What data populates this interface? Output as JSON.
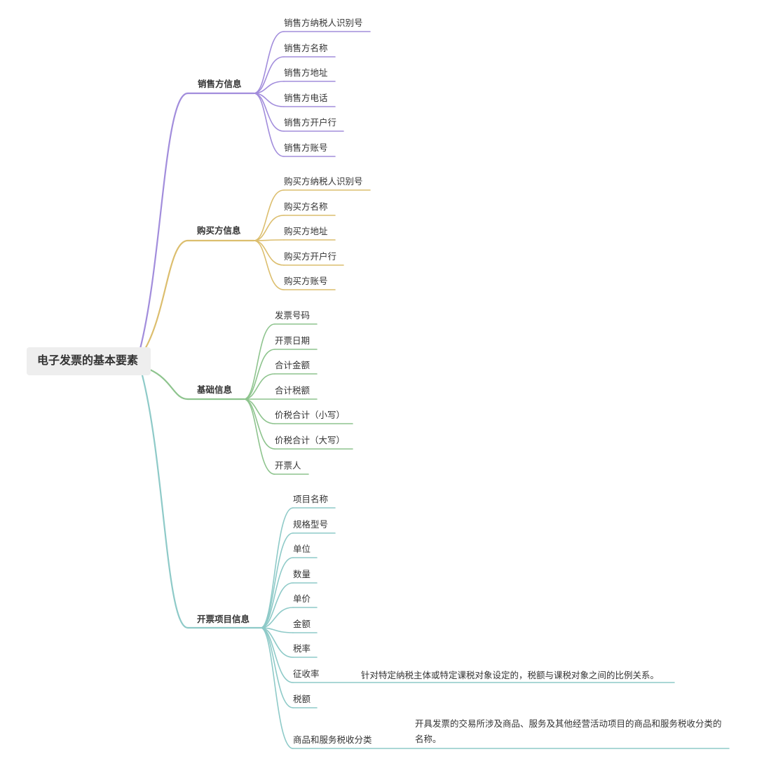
{
  "root": {
    "label": "电子发票的基本要素"
  },
  "branches": [
    {
      "label": "销售方信息",
      "color": "#a28ddc",
      "children": [
        {
          "label": "销售方纳税人识别号"
        },
        {
          "label": "销售方名称"
        },
        {
          "label": "销售方地址"
        },
        {
          "label": "销售方电话"
        },
        {
          "label": "销售方开户行"
        },
        {
          "label": "销售方账号"
        }
      ]
    },
    {
      "label": "购买方信息",
      "color": "#dcbe6e",
      "children": [
        {
          "label": "购买方纳税人识别号"
        },
        {
          "label": "购买方名称"
        },
        {
          "label": "购买方地址"
        },
        {
          "label": "购买方开户行"
        },
        {
          "label": "购买方账号"
        }
      ]
    },
    {
      "label": "基础信息",
      "color": "#8ec48e",
      "children": [
        {
          "label": "发票号码"
        },
        {
          "label": "开票日期"
        },
        {
          "label": "合计金额"
        },
        {
          "label": "合计税额"
        },
        {
          "label": "价税合计（小写）"
        },
        {
          "label": "价税合计（大写）"
        },
        {
          "label": "开票人"
        }
      ]
    },
    {
      "label": "开票项目信息",
      "color": "#8ecac8",
      "children": [
        {
          "label": "项目名称"
        },
        {
          "label": "规格型号"
        },
        {
          "label": "单位"
        },
        {
          "label": "数量"
        },
        {
          "label": "单价"
        },
        {
          "label": "金额"
        },
        {
          "label": "税率"
        },
        {
          "label": "征收率",
          "note": "针对特定纳税主体或特定课税对象设定的，税额与课税对象之间的比例关系。"
        },
        {
          "label": "税额"
        },
        {
          "label": "商品和服务税收分类",
          "note": "开具发票的交易所涉及商品、服务及其他经营活动项目的商品和服务税收分类的名称。"
        }
      ]
    }
  ]
}
